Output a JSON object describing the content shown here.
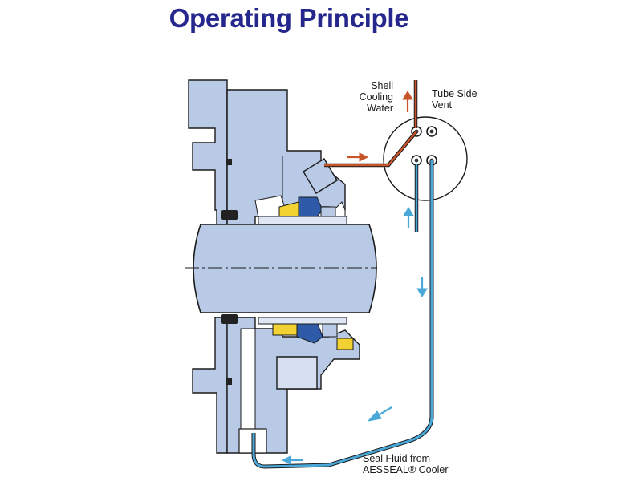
{
  "title": "Operating Principle",
  "labels": {
    "shell_cooling_water": [
      "Shell",
      "Cooling",
      "Water"
    ],
    "tube_side_vent": [
      "Tube Side",
      "Vent"
    ],
    "seal_fluid": [
      "Seal Fluid from",
      "AESSEAL® Cooler"
    ]
  },
  "colors": {
    "title": "#25278c",
    "housing": "#b8cae6",
    "seal_blue": "#2e5aa8",
    "seal_yellow": "#f2d233",
    "cooling_water": "#c8552a",
    "seal_fluid": "#4aa8d8",
    "outline": "#1a1a1a"
  }
}
